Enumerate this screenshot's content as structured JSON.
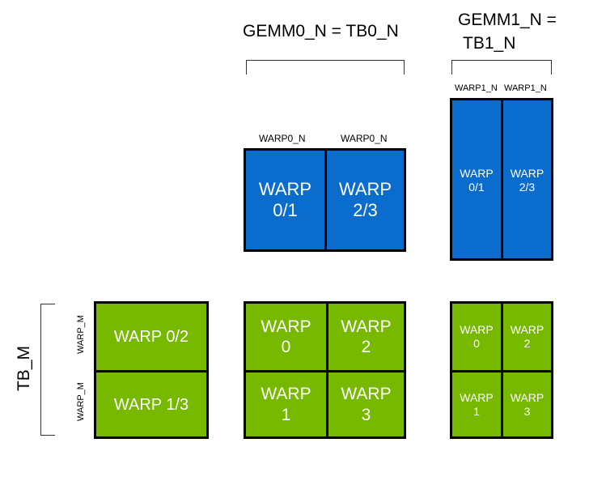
{
  "headers": {
    "gemm0_n": "GEMM0_N = TB0_N",
    "gemm1_n_line1": "GEMM1_N =",
    "gemm1_n_line2": "TB1_N"
  },
  "labels": {
    "warp0_n": "WARP0_N",
    "warp1_n": "WARP1_N",
    "warp_m": "WARP_M",
    "tb_m": "TB_M"
  },
  "blocks": {
    "b_gemm0": [
      "WARP\n0/1",
      "WARP\n2/3"
    ],
    "b_gemm1": [
      "WARP\n0/1",
      "WARP\n2/3"
    ],
    "a_tile": [
      "WARP 0/2",
      "WARP 1/3"
    ],
    "c_gemm0": [
      "WARP\n0",
      "WARP\n2",
      "WARP\n1",
      "WARP\n3"
    ],
    "c_gemm1": [
      "WARP\n0",
      "WARP\n2",
      "WARP\n1",
      "WARP\n3"
    ]
  },
  "colors": {
    "blue": "#0a6ccc",
    "green": "#76b900",
    "border": "#000000"
  }
}
